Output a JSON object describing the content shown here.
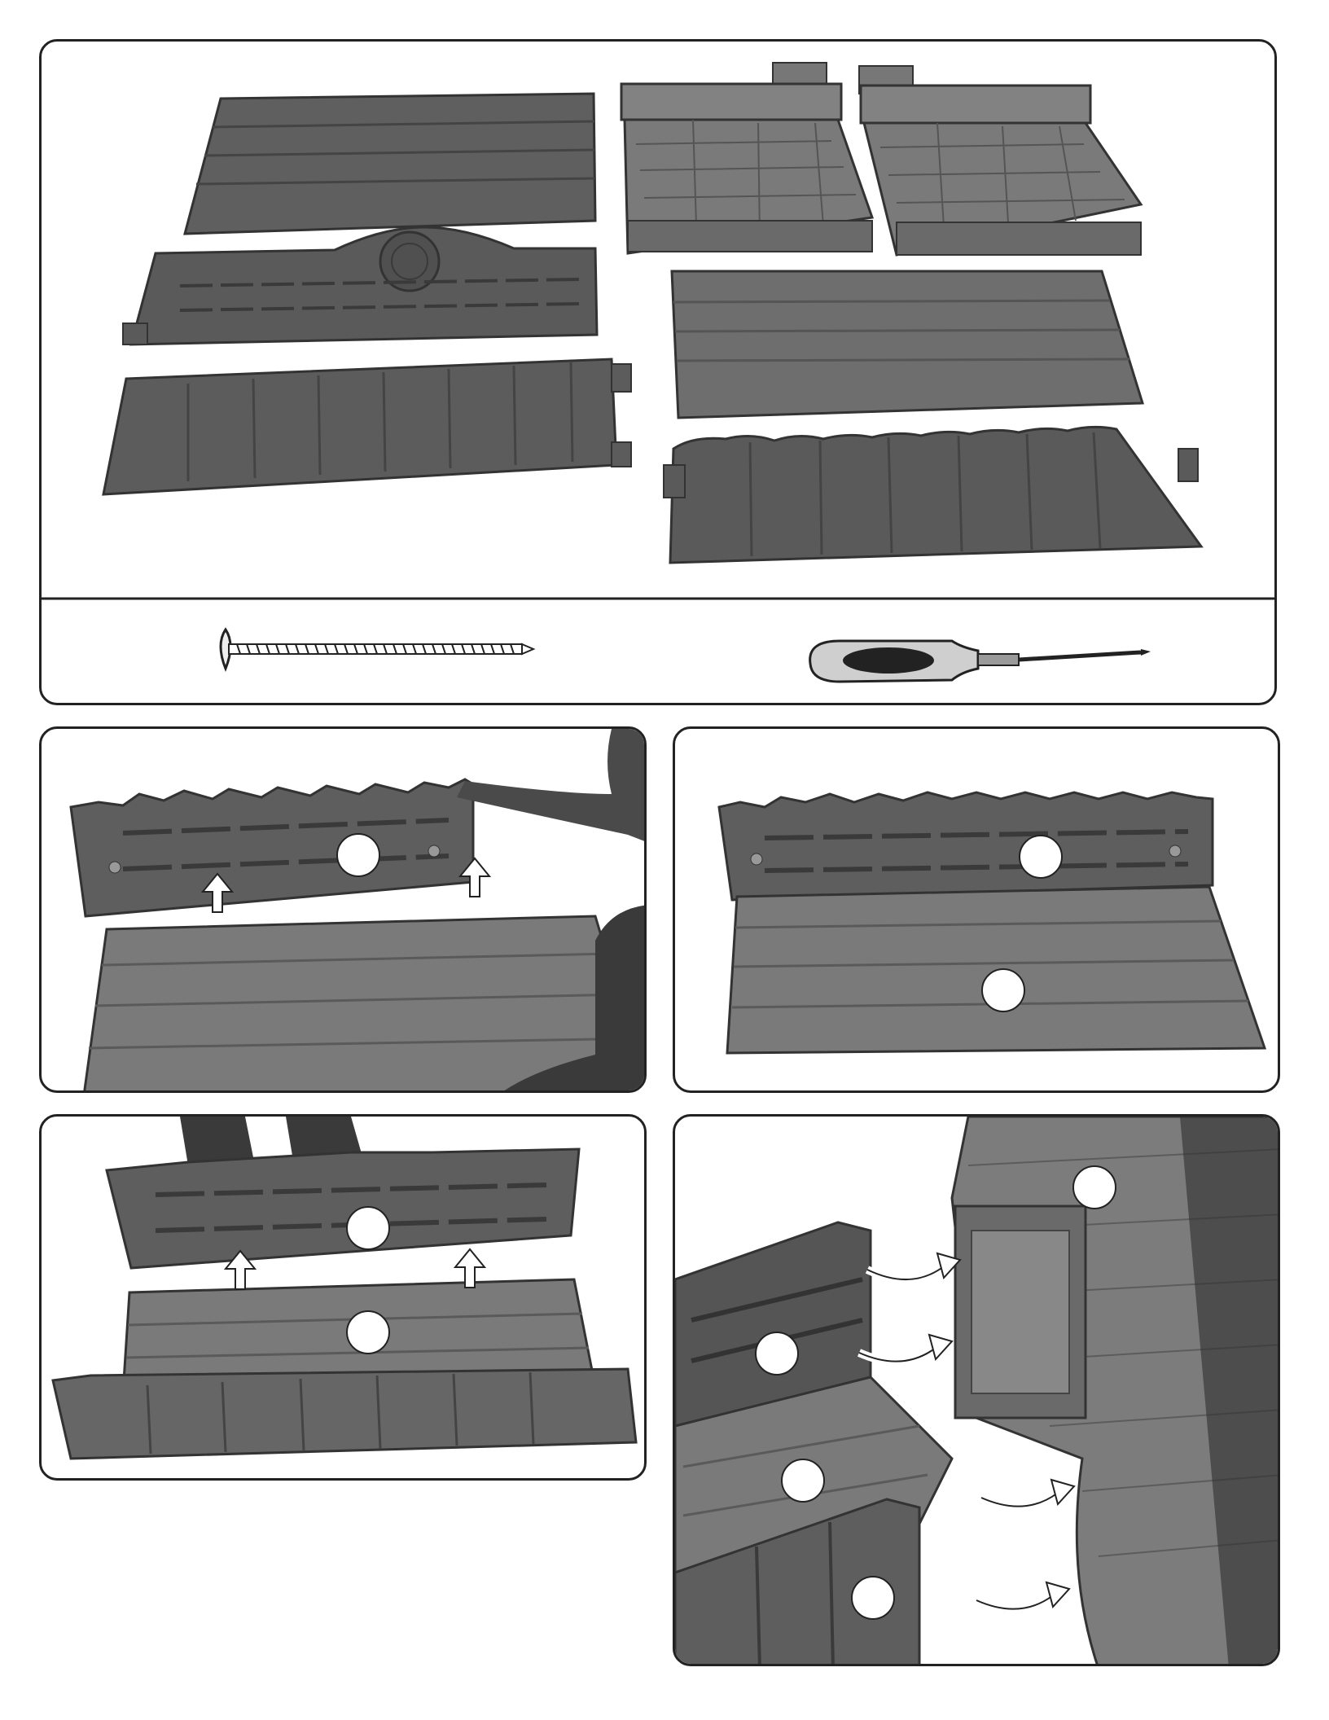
{
  "page": {
    "background": "#ffffff",
    "frame_color": "#222222",
    "panel_colors": {
      "dark": "#5a5a5a",
      "mid": "#6e6e6e",
      "light": "#8a8a8a",
      "stone": "#7c7c7c"
    }
  },
  "overview": {
    "parts": [
      "wide-plank-panel",
      "stone-wall-left",
      "stone-wall-right",
      "sun-emblem-panel",
      "floor-plank-panel",
      "board-wall-panel",
      "scalloped-wall-panel"
    ],
    "hardware": [
      "screw-icon",
      "screwdriver-icon"
    ]
  },
  "steps": [
    {
      "step": 1,
      "callouts": 1,
      "arrows": 2
    },
    {
      "step": 2,
      "callouts": 2,
      "arrows": 0
    },
    {
      "step": 3,
      "callouts": 2,
      "arrows": 2
    },
    {
      "step": 4,
      "callouts": 4,
      "arrows": 4
    }
  ]
}
